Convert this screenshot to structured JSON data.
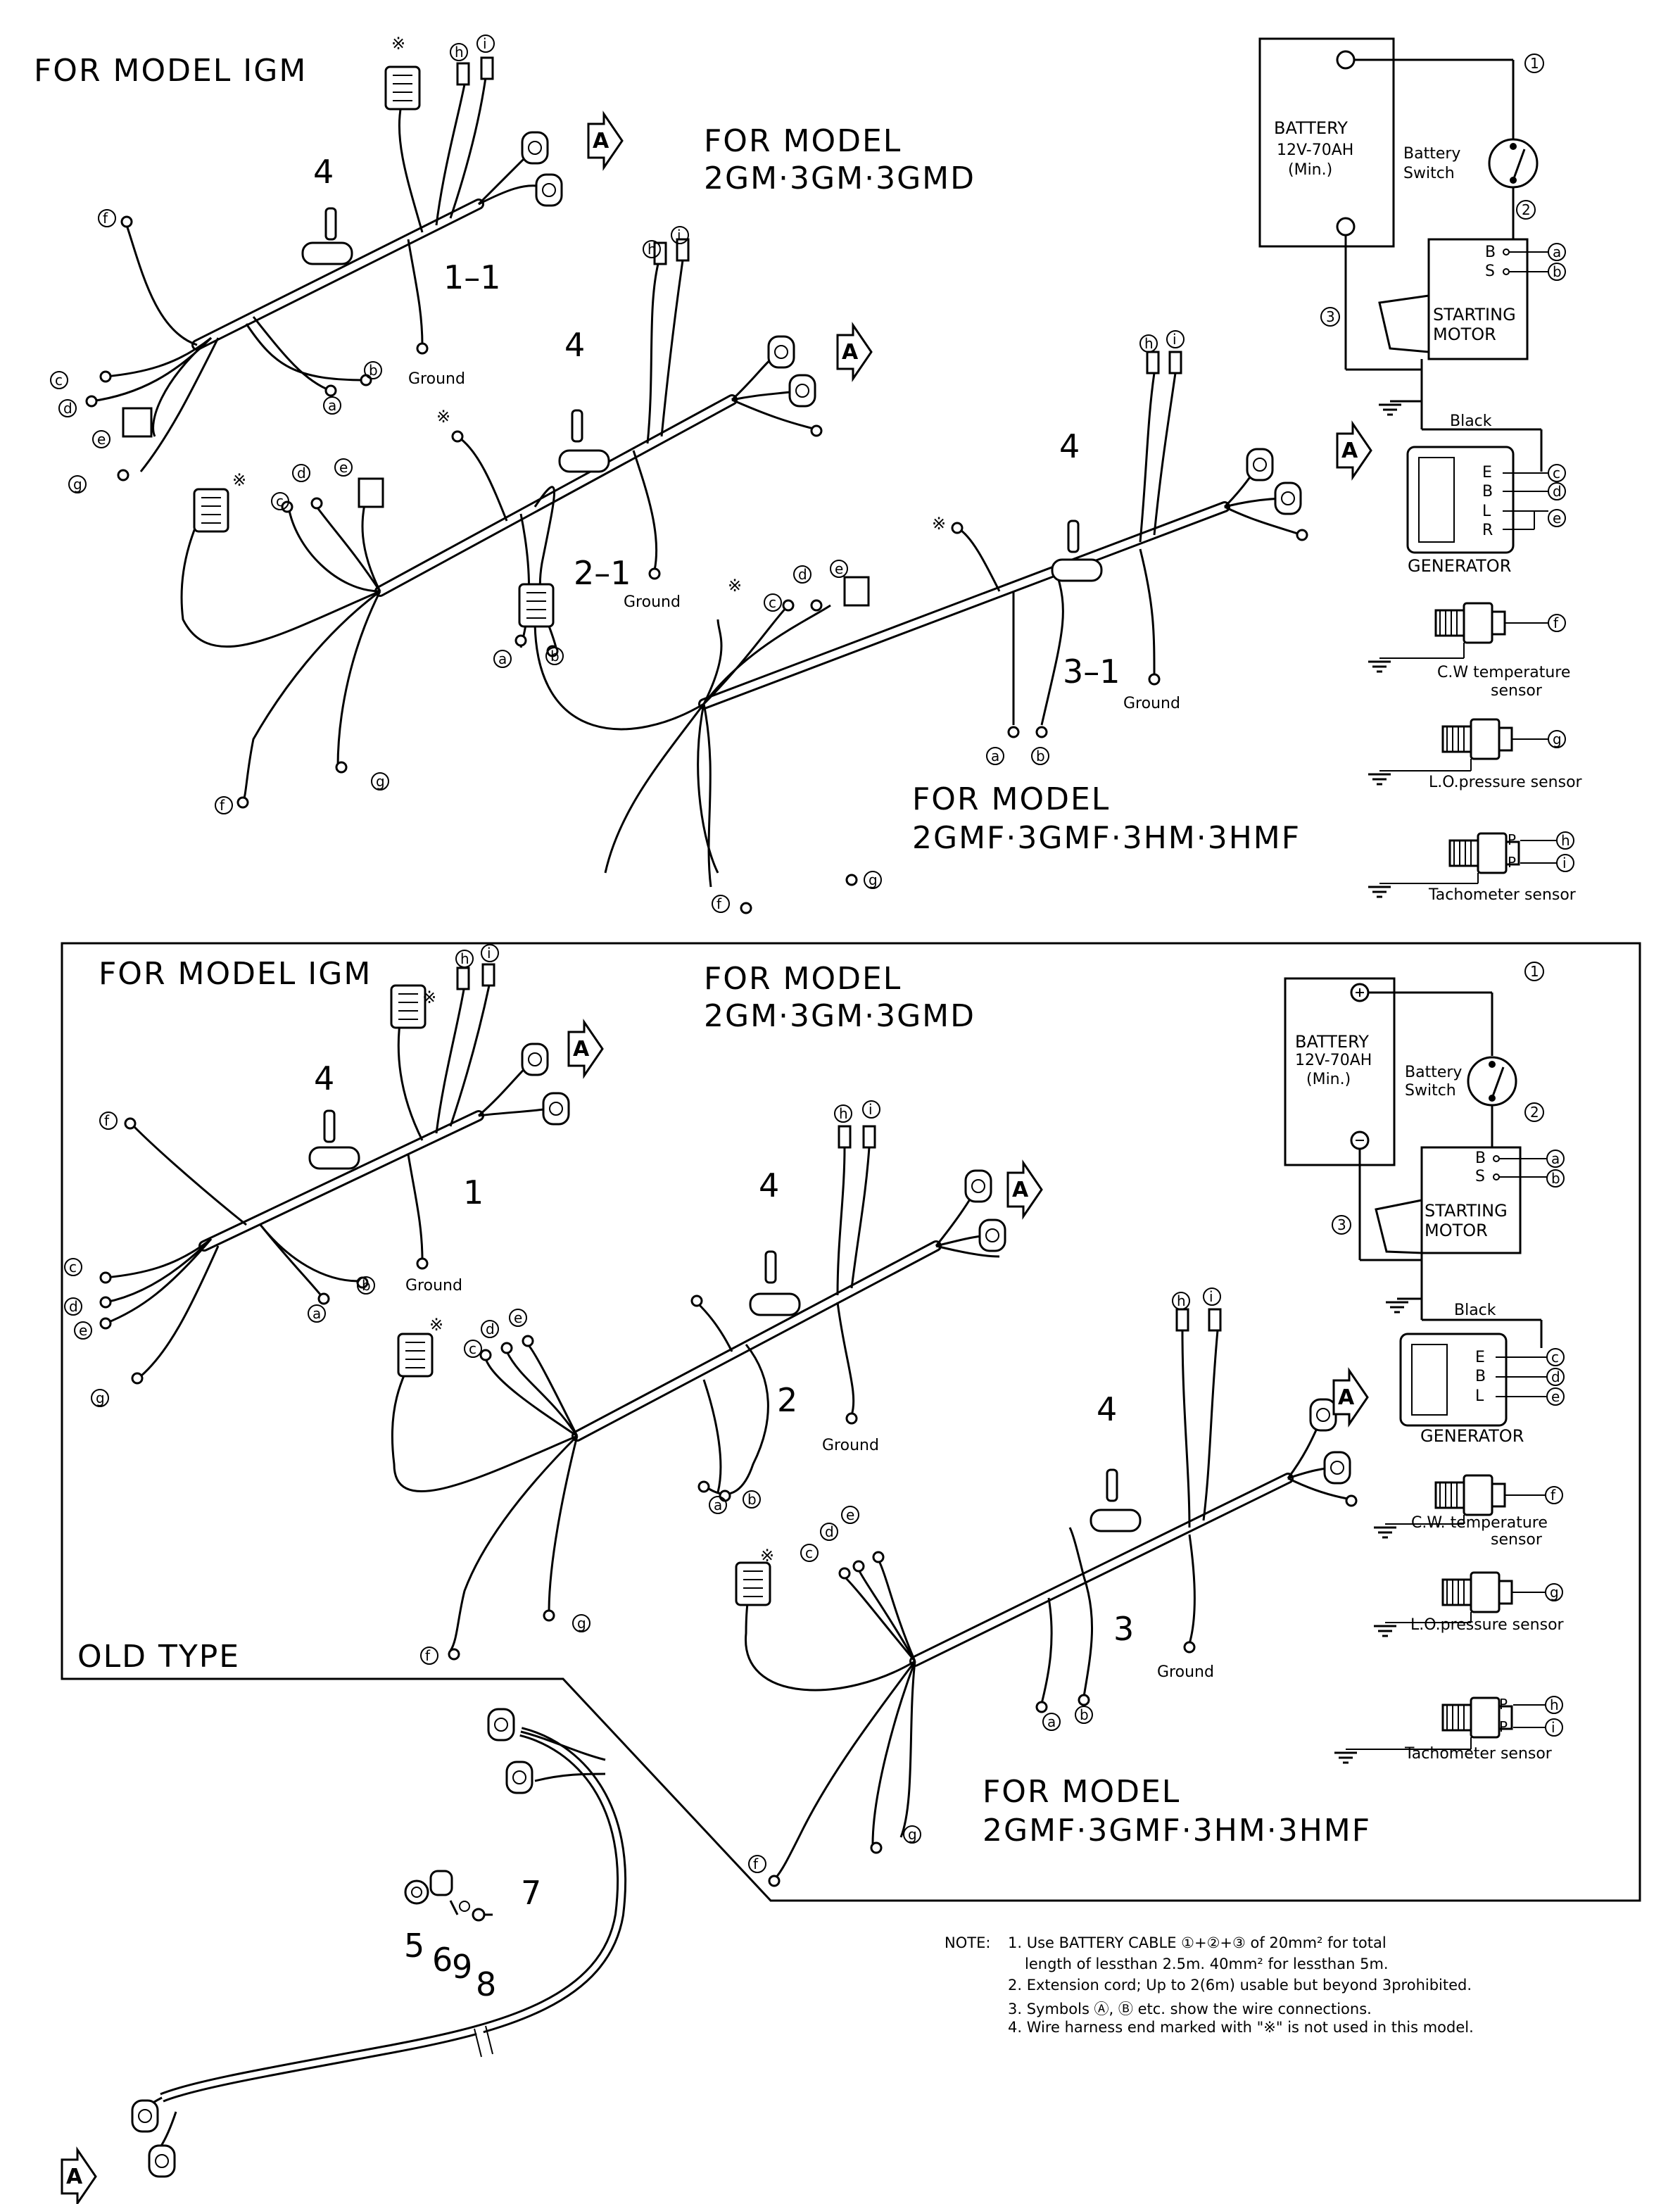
{
  "top": {
    "title_1gm": "FOR MODEL IGM",
    "title_2gm_line1": "FOR MODEL",
    "title_2gm_line2": "2GM·3GM·3GMD",
    "title_2gmf_line1": "FOR MODEL",
    "title_2gmf_line2": "2GMF·3GMF·3HM·3HMF",
    "harness_1": "1–1",
    "harness_2": "2–1",
    "harness_3": "3–1",
    "fuse_label": "4",
    "ground_label": "Ground",
    "star_mark": "※",
    "connector_arrow": "A"
  },
  "old": {
    "title_1gm": "FOR MODEL IGM",
    "title_2gm_line1": "FOR MODEL",
    "title_2gm_line2": "2GM·3GM·3GMD",
    "title_2gmf_line1": "FOR MODEL",
    "title_2gmf_line2": "2GMF·3GMF·3HM·3HMF",
    "harness_1": "1",
    "harness_2": "2",
    "harness_3": "3",
    "fuse_label": "4",
    "ground_label": "Ground",
    "star_mark": "※",
    "old_type_label": "OLD TYPE"
  },
  "circuit_top": {
    "battery_line1": "BATTERY",
    "battery_line2": "12V-70AH",
    "battery_line3": "(Min.)",
    "switch_line1": "Battery",
    "switch_line2": "Switch",
    "starter_line1": "STARTING",
    "starter_line2": "MOTOR",
    "terminal_b": "B",
    "terminal_s": "S",
    "black_label": "Black",
    "gen_e": "E",
    "gen_b": "B",
    "gen_l": "L",
    "gen_r": "R",
    "generator_label": "GENERATOR",
    "cw_line1": "C.W temperature",
    "cw_line2": "sensor",
    "lo_label": "L.O.pressure sensor",
    "tacho_label": "Tachometer sensor",
    "tacho_p": "P"
  },
  "circuit_old": {
    "battery_line1": "BATTERY",
    "battery_line2": "12V-70AH",
    "battery_line3": "(Min.)",
    "switch_line1": "Battery",
    "switch_line2": "Switch",
    "starter_line1": "STARTING",
    "starter_line2": "MOTOR",
    "terminal_b": "B",
    "terminal_s": "S",
    "black_label": "Black",
    "gen_e": "E",
    "gen_b": "B",
    "gen_l": "L",
    "generator_label": "GENERATOR",
    "cw_line1": "C.W. temperature",
    "cw_line2": "sensor",
    "lo_label": "L.O.pressure sensor",
    "tacho_label": "Tachometer sensor",
    "tacho_p": "P"
  },
  "markers": {
    "a": "a",
    "b": "b",
    "c": "c",
    "d": "d",
    "e": "e",
    "f": "f",
    "g": "g",
    "h": "h",
    "i": "i",
    "one": "1",
    "two": "2",
    "three": "3"
  },
  "extension": {
    "part_5": "5",
    "part_6": "6",
    "part_9": "9",
    "part_8": "8",
    "part_7": "7"
  },
  "notes": {
    "prefix": "NOTE:",
    "n1a": "1. Use BATTERY CABLE ①+②+③ of 20mm² for total",
    "n1b": "length of lessthan 2.5m. 40mm² for lessthan 5m.",
    "n2": "2. Extension cord; Up to 2(6m) usable but beyond 3prohibited.",
    "n3": "3. Symbols Ⓐ, Ⓑ etc. show the wire connections.",
    "n4": "4. Wire harness end marked with \"※\" is not used in this model."
  }
}
